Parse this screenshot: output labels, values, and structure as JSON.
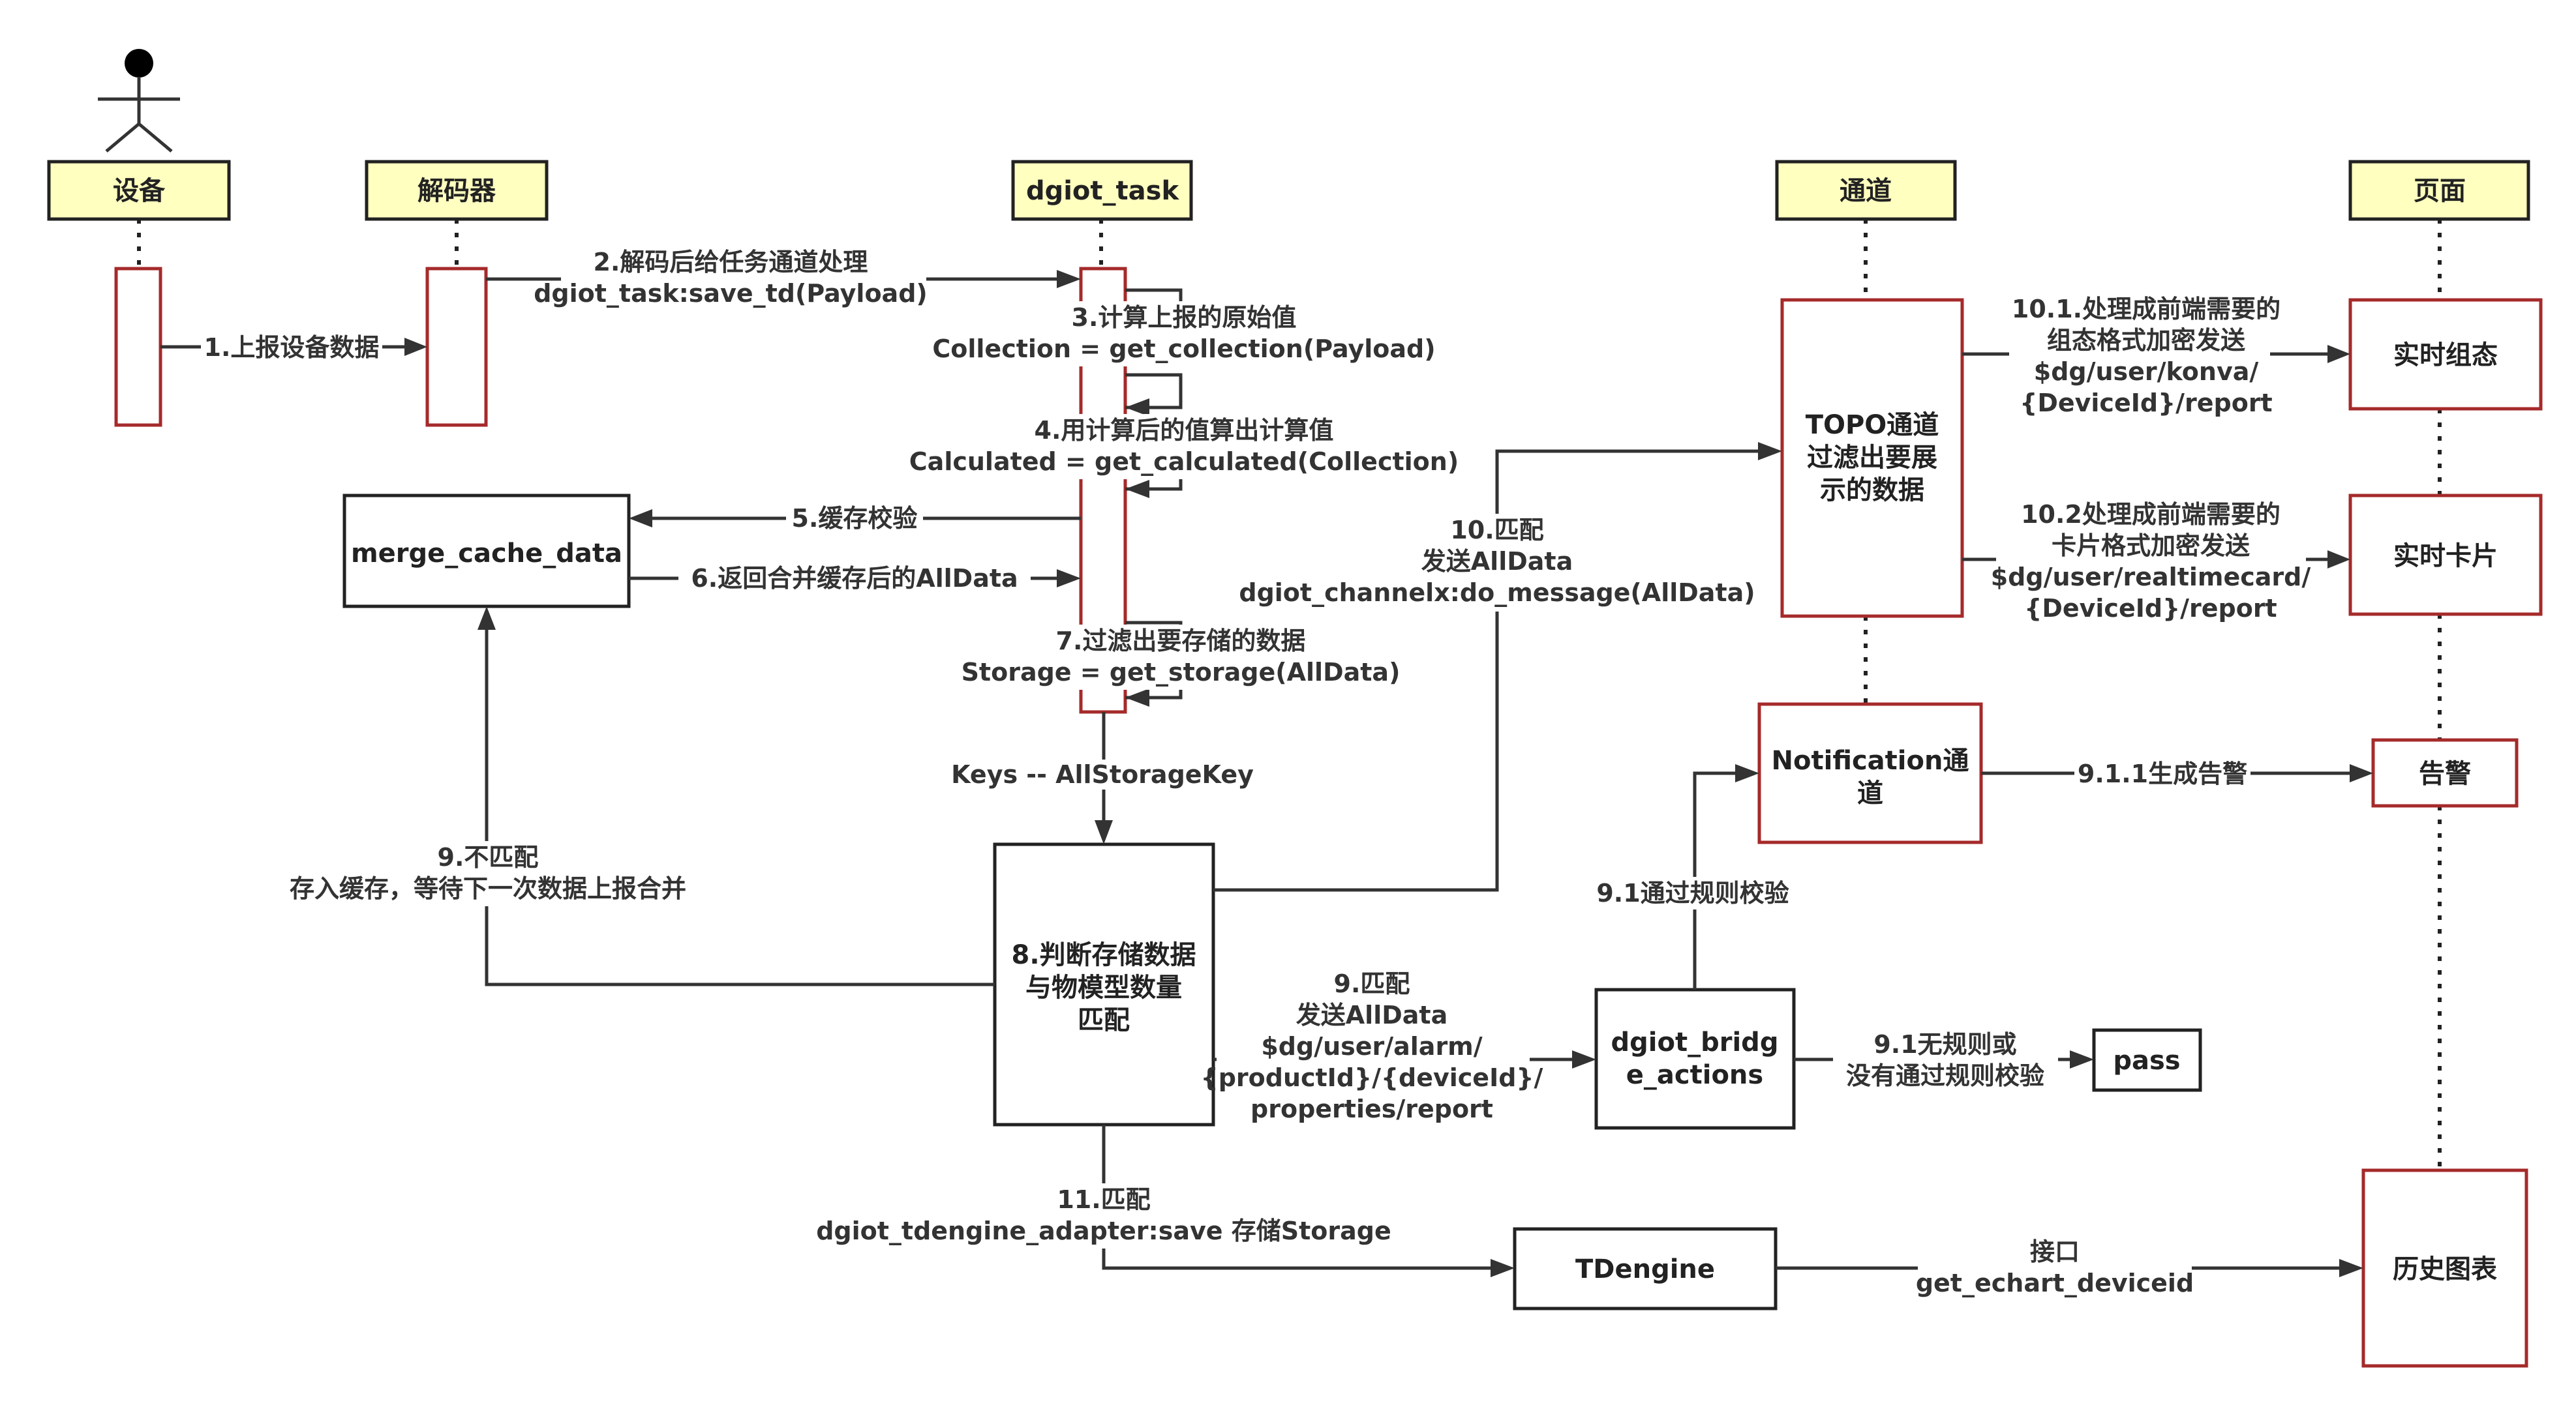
{
  "headers": {
    "device": "设备",
    "decoder": "解码器",
    "task": "dgiot_task",
    "channel": "通道",
    "page": "页面"
  },
  "boxes": {
    "merge": "merge_cache_data",
    "topo": [
      "TOPO通道",
      "过滤出要展",
      "示的数据"
    ],
    "notification": [
      "Notification通",
      "道"
    ],
    "judge": [
      "8.判断存储数据",
      "与物模型数量",
      "匹配"
    ],
    "bridge": [
      "dgiot_bridg",
      "e_actions"
    ],
    "pass": "pass",
    "tdengine": "TDengine",
    "realtime_topo": "实时组态",
    "realtime_card": "实时卡片",
    "alarm": "告警",
    "history": "历史图表"
  },
  "messages": {
    "m1": "1.上报设备数据",
    "m2": [
      "2.解码后给任务通道处理",
      "dgiot_task:save_td(Payload)"
    ],
    "m3": [
      "3.计算上报的原始值",
      "Collection = get_collection(Payload)"
    ],
    "m4": [
      "4.用计算后的值算出计算值",
      "Calculated = get_calculated(Collection)"
    ],
    "m5": "5.缓存校验",
    "m6": "6.返回合并缓存后的AllData",
    "m7": [
      "7.过滤出要存储的数据",
      "Storage = get_storage(AllData)"
    ],
    "keys": "Keys -- AllStorageKey",
    "m9_nomatch": [
      "9.不匹配",
      "存入缓存，等待下一次数据上报合并"
    ],
    "m10": [
      "10.匹配",
      "发送AllData",
      "dgiot_channelx:do_message(AllData)"
    ],
    "m10_1": [
      "10.1.处理成前端需要的",
      "组态格式加密发送",
      "$dg/user/konva/",
      "{DeviceId}/report"
    ],
    "m10_2": [
      "10.2处理成前端需要的",
      "卡片格式加密发送",
      "$dg/user/realtimecard/",
      "{DeviceId}/report"
    ],
    "m9_match": [
      "9.匹配",
      "发送AllData",
      "$dg/user/alarm/",
      "{productId}/{deviceId}/",
      "properties/report"
    ],
    "m9_1": "9.1通过规则校验",
    "m9_1_1": "9.1.1生成告警",
    "m9_1_none": [
      "9.1无规则或",
      "没有通过规则校验"
    ],
    "m11": [
      "11.匹配",
      "dgiot_tdengine_adapter:save 存储Storage"
    ],
    "api": [
      "接口",
      "get_echart_deviceid"
    ]
  },
  "colors": {
    "header_fill": "#ffffc0",
    "accent_red": "#a52a2a",
    "line": "#333333"
  }
}
